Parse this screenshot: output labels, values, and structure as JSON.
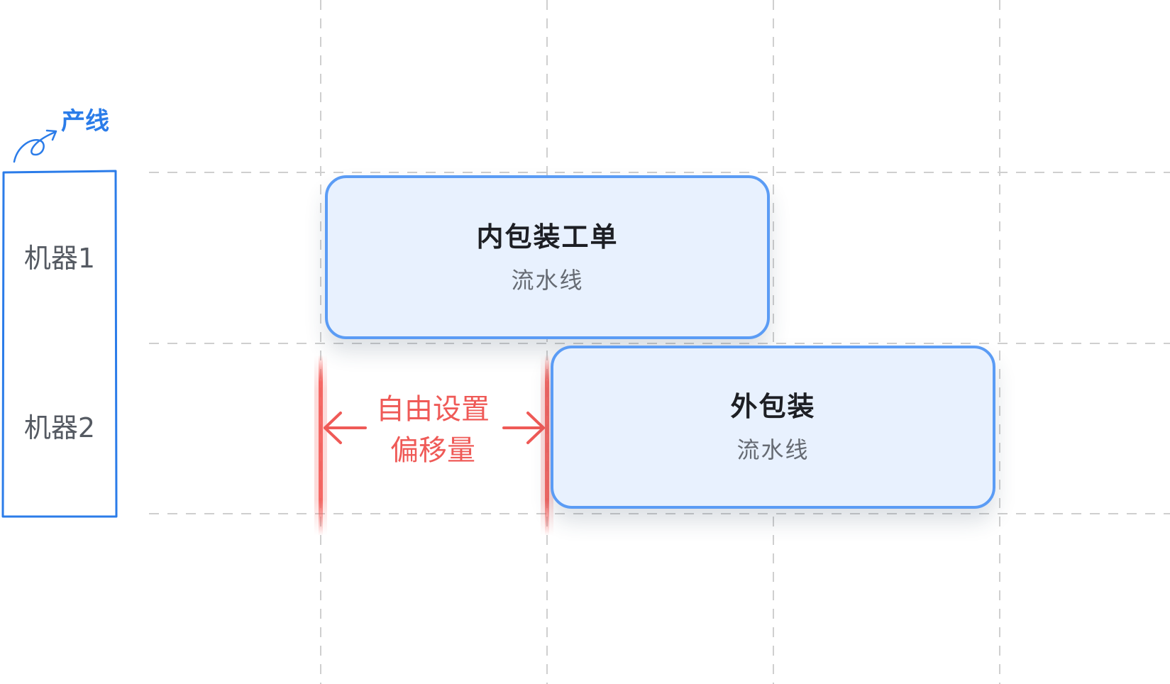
{
  "production_line": {
    "label": "产线",
    "machines": [
      {
        "label": "机器1"
      },
      {
        "label": "机器2"
      }
    ]
  },
  "tasks": [
    {
      "title": "内包装工单",
      "subtitle": "流水线",
      "machine": "机器1"
    },
    {
      "title": "外包装",
      "subtitle": "流水线",
      "machine": "机器2"
    }
  ],
  "offset_annotation": {
    "line1": "自由设置",
    "line2": "偏移量"
  },
  "colors": {
    "accent_blue": "#2b7ce9",
    "card_border": "#5b9cf5",
    "card_fill": "#e8f1fe",
    "offset_red": "#ef5a57",
    "grid": "#cfcfcf"
  }
}
